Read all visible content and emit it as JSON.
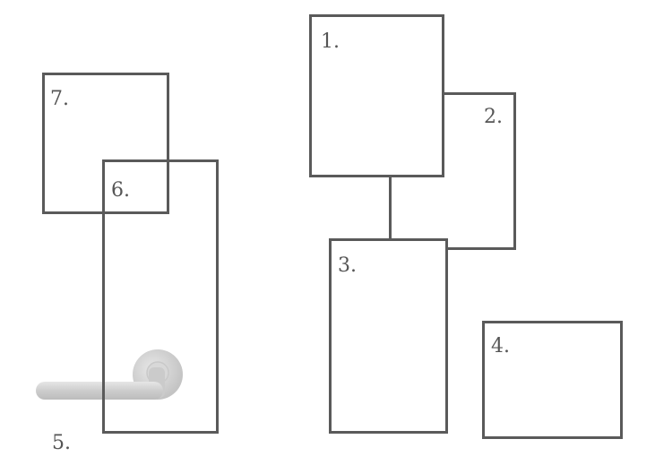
{
  "items": [
    {
      "id": "1",
      "label": "1."
    },
    {
      "id": "2",
      "label": "2."
    },
    {
      "id": "3",
      "label": "3."
    },
    {
      "id": "4",
      "label": "4."
    },
    {
      "id": "5",
      "label": "5."
    },
    {
      "id": "6",
      "label": "6."
    },
    {
      "id": "7",
      "label": "7."
    }
  ],
  "colors": {
    "outline": "#5a5a5a",
    "label": "#555555",
    "handle": "#cfcfcf"
  },
  "icons": {
    "item_5": "lever-door-handle-icon"
  }
}
